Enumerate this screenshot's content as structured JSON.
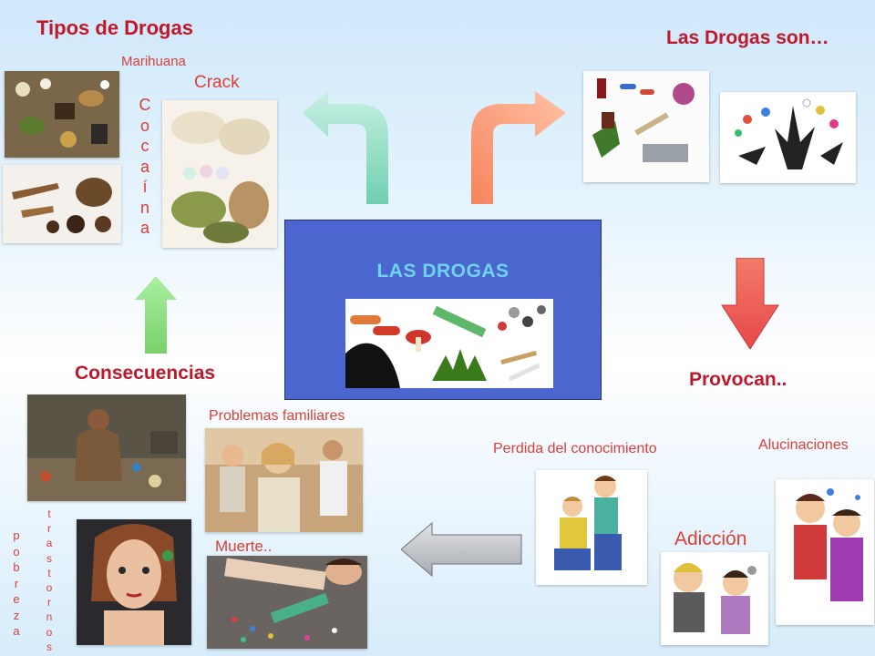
{
  "center": {
    "title": "LAS DROGAS"
  },
  "headings": {
    "tipos": "Tipos de Drogas",
    "son": "Las Drogas son…",
    "provocan": "Provocan..",
    "consecuencias": "Consecuencias"
  },
  "drug_types": {
    "marihuana": "Marihuana",
    "crack": "Crack",
    "cocaina_letters": [
      "C",
      "o",
      "c",
      "a",
      "í",
      "n",
      "a"
    ]
  },
  "effects": {
    "perdida": "Perdida del conocimiento",
    "alucinaciones": "Alucinaciones",
    "adiccion": "Adicción"
  },
  "consequences": {
    "problemas": "Problemas familiares",
    "muerte": "Muerte..",
    "pobreza_letters": [
      "p",
      "o",
      "b",
      "r",
      "e",
      "z",
      "a"
    ],
    "trastornos_letters": [
      "t",
      "r",
      "a",
      "s",
      "t",
      "o",
      "r",
      "n",
      "o",
      "s"
    ]
  },
  "colors": {
    "heading_red": "#c0182a",
    "label_red": "#d9403a",
    "center_box": "#4b67cf",
    "center_title": "#6fd3f0",
    "arrow_teal": "#7fd4b8",
    "arrow_orange": "#f79a7a",
    "arrow_red": "#ef5b5b",
    "arrow_green": "#8fe07a",
    "arrow_gray": "#b8bcc0"
  }
}
